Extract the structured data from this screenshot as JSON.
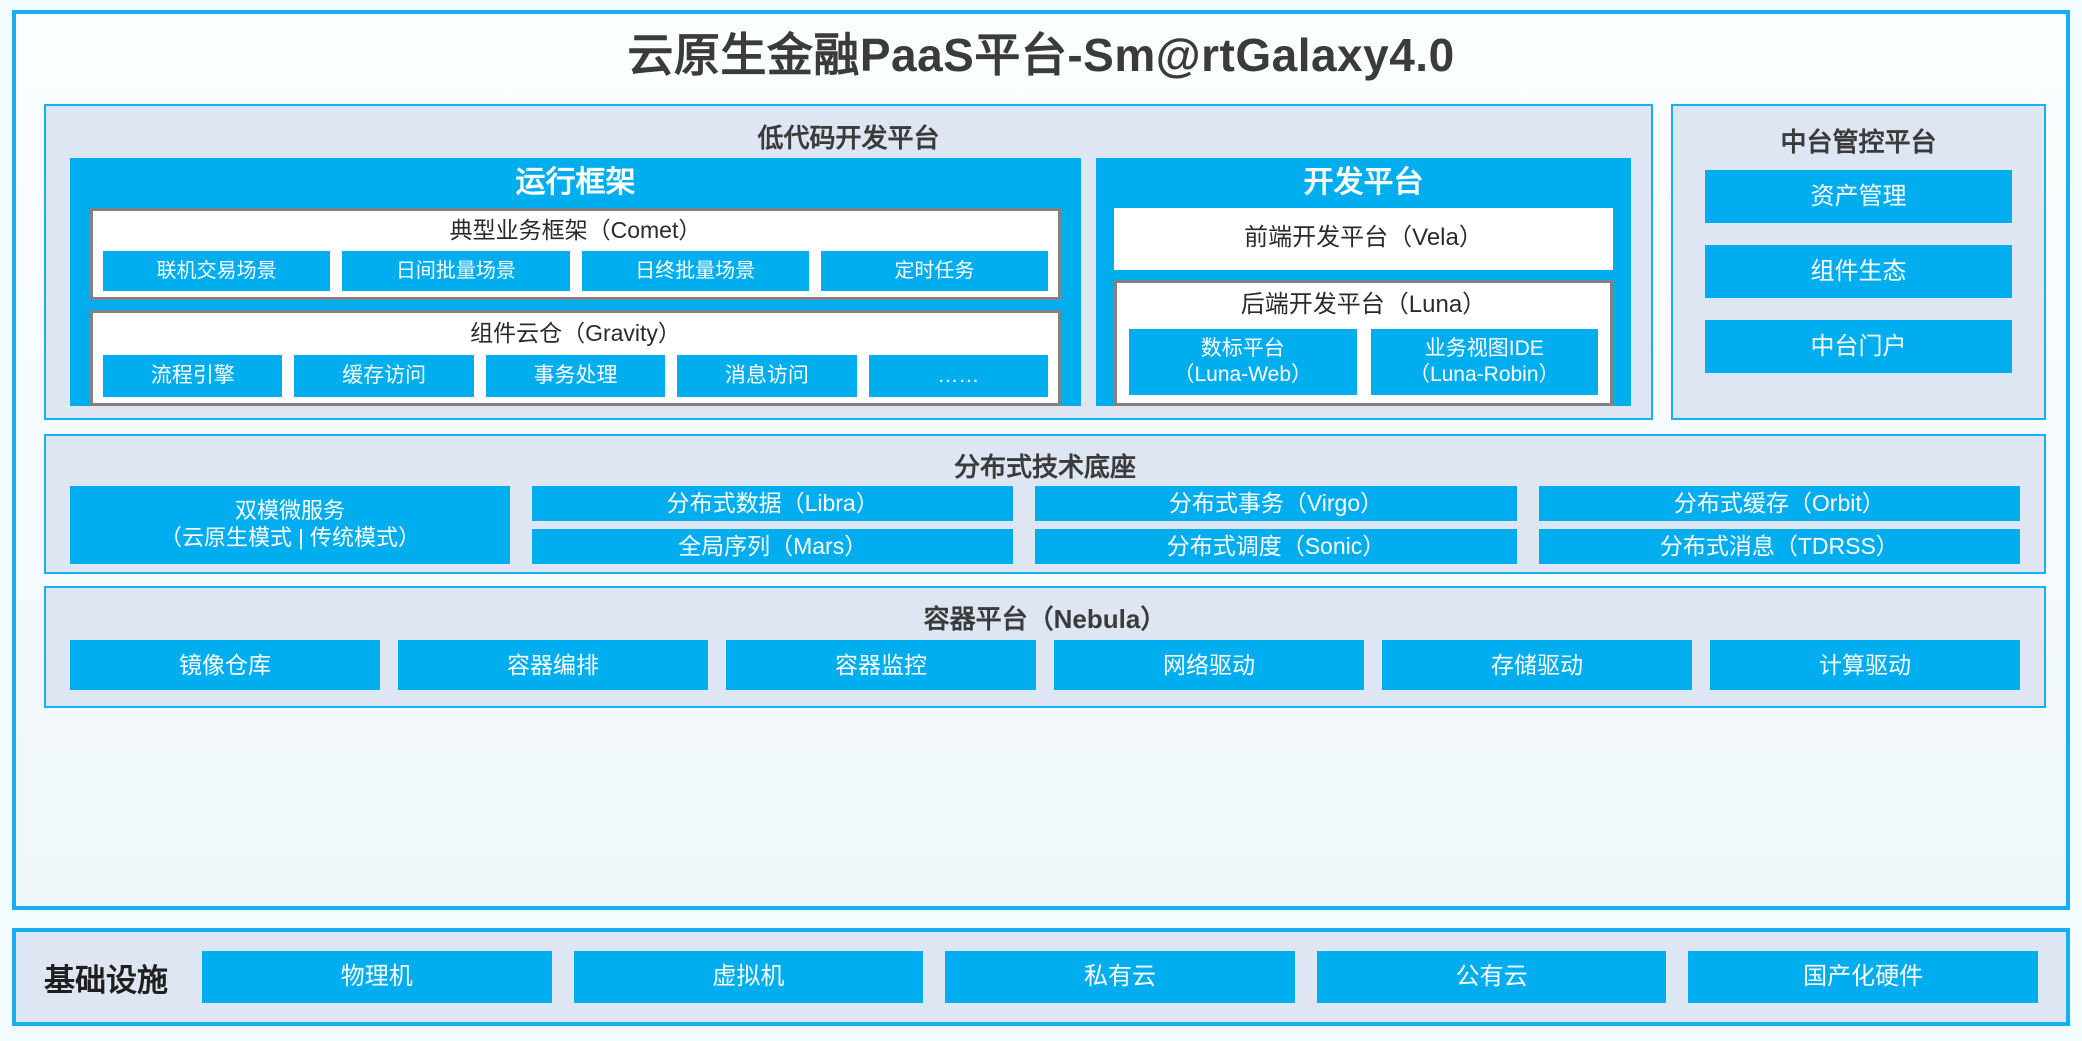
{
  "page": {
    "title": "云原生金融PaaS平台-Sm@rtGalaxy4.0",
    "accent_blue": "#00adef",
    "border_blue": "#16b0f0",
    "panel_bg": "#dde6f2",
    "grey_border": "#808386"
  },
  "lowcode": {
    "title": "低代码开发平台",
    "runtime": {
      "title": "运行框架",
      "comet": {
        "title": "典型业务框架（Comet）",
        "items": [
          "联机交易场景",
          "日间批量场景",
          "日终批量场景",
          "定时任务"
        ]
      },
      "gravity": {
        "title": "组件云仓（Gravity）",
        "items": [
          "流程引擎",
          "缓存访问",
          "事务处理",
          "消息访问",
          "……"
        ]
      }
    },
    "devplatform": {
      "title": "开发平台",
      "vela": {
        "title": "前端开发平台（Vela）"
      },
      "luna": {
        "title": "后端开发平台（Luna）",
        "items": [
          {
            "name": "数标平台",
            "code": "（Luna-Web）"
          },
          {
            "name": "业务视图IDE",
            "code": "（Luna-Robin）"
          }
        ]
      }
    }
  },
  "midoffice": {
    "title": "中台管控平台",
    "items": [
      "资产管理",
      "组件生态",
      "中台门户"
    ]
  },
  "distbase": {
    "title": "分布式技术底座",
    "microservice": {
      "name": "双模微服务",
      "modes": "（云原生模式 | 传统模式）"
    },
    "columns": [
      [
        "分布式数据（Libra）",
        "全局序列（Mars）"
      ],
      [
        "分布式事务（Virgo）",
        "分布式调度（Sonic）"
      ],
      [
        "分布式缓存（Orbit）",
        "分布式消息（TDRSS）"
      ]
    ]
  },
  "container": {
    "title": "容器平台（Nebula）",
    "items": [
      "镜像仓库",
      "容器编排",
      "容器监控",
      "网络驱动",
      "存储驱动",
      "计算驱动"
    ]
  },
  "infrastructure": {
    "label": "基础设施",
    "items": [
      "物理机",
      "虚拟机",
      "私有云",
      "公有云",
      "国产化硬件"
    ]
  }
}
